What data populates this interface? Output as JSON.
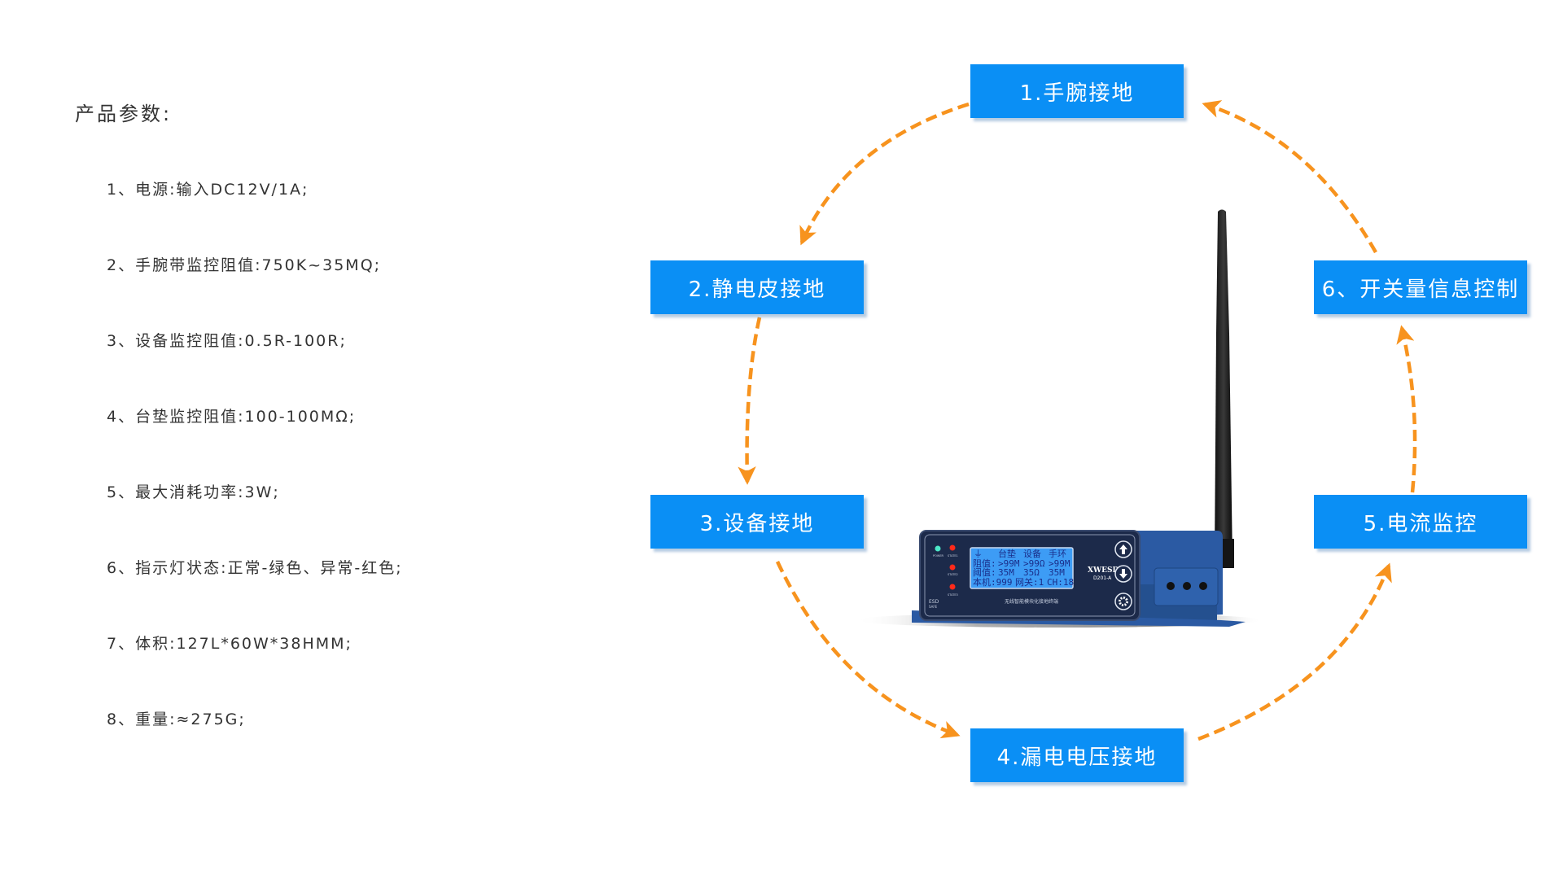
{
  "params": {
    "title": "产品参数:",
    "items": [
      "1、电源:输入DC12V/1A;",
      "2、手腕带监控阻值:750K~35MQ;",
      "3、设备监控阻值:0.5R-100R;",
      "4、台垫监控阻值:100-100MΩ;",
      "5、最大消耗功率:3W;",
      "6、指示灯状态:正常-绿色、异常-红色;",
      "7、体积:127L*60W*38HMM;",
      "8、重量:≈275G;"
    ]
  },
  "steps": [
    "1.手腕接地",
    "2.静电皮接地",
    "3.设备接地",
    "4.漏电电压接地",
    "5.电流监控",
    "6、开关量信息控制"
  ],
  "colors": {
    "step_bg": "#0a8ff5",
    "arrow": "#f7931e",
    "device_body": "#2b5aa3",
    "panel": "#1c2a4a",
    "lcd": "#3d9cf5"
  },
  "device": {
    "brand": "XWESD",
    "model": "D201-A",
    "caption": "无线智能模块化接地终端",
    "logo": "ESD",
    "logo_sub": "SAFE",
    "leds": [
      {
        "label": "POWER",
        "color": "#4de8c8"
      },
      {
        "label": "STATE1",
        "color": "#ff2a1a"
      },
      {
        "label": "STATE2",
        "color": "#ff2a1a"
      },
      {
        "label": "STATE3",
        "color": "#ff2a1a"
      }
    ],
    "lcd": {
      "header": [
        "⏚",
        "台垫",
        "设备",
        "手环"
      ],
      "row1": [
        "阻值:",
        ">99M",
        ">99Ω",
        ">99M"
      ],
      "row2": [
        "阈值:",
        "35M",
        "35Ω",
        "35M"
      ],
      "row3": [
        "本机:999",
        "网关:1",
        "CH:18"
      ]
    },
    "buttons": [
      "arrow-up",
      "arrow-down",
      "gear"
    ]
  }
}
